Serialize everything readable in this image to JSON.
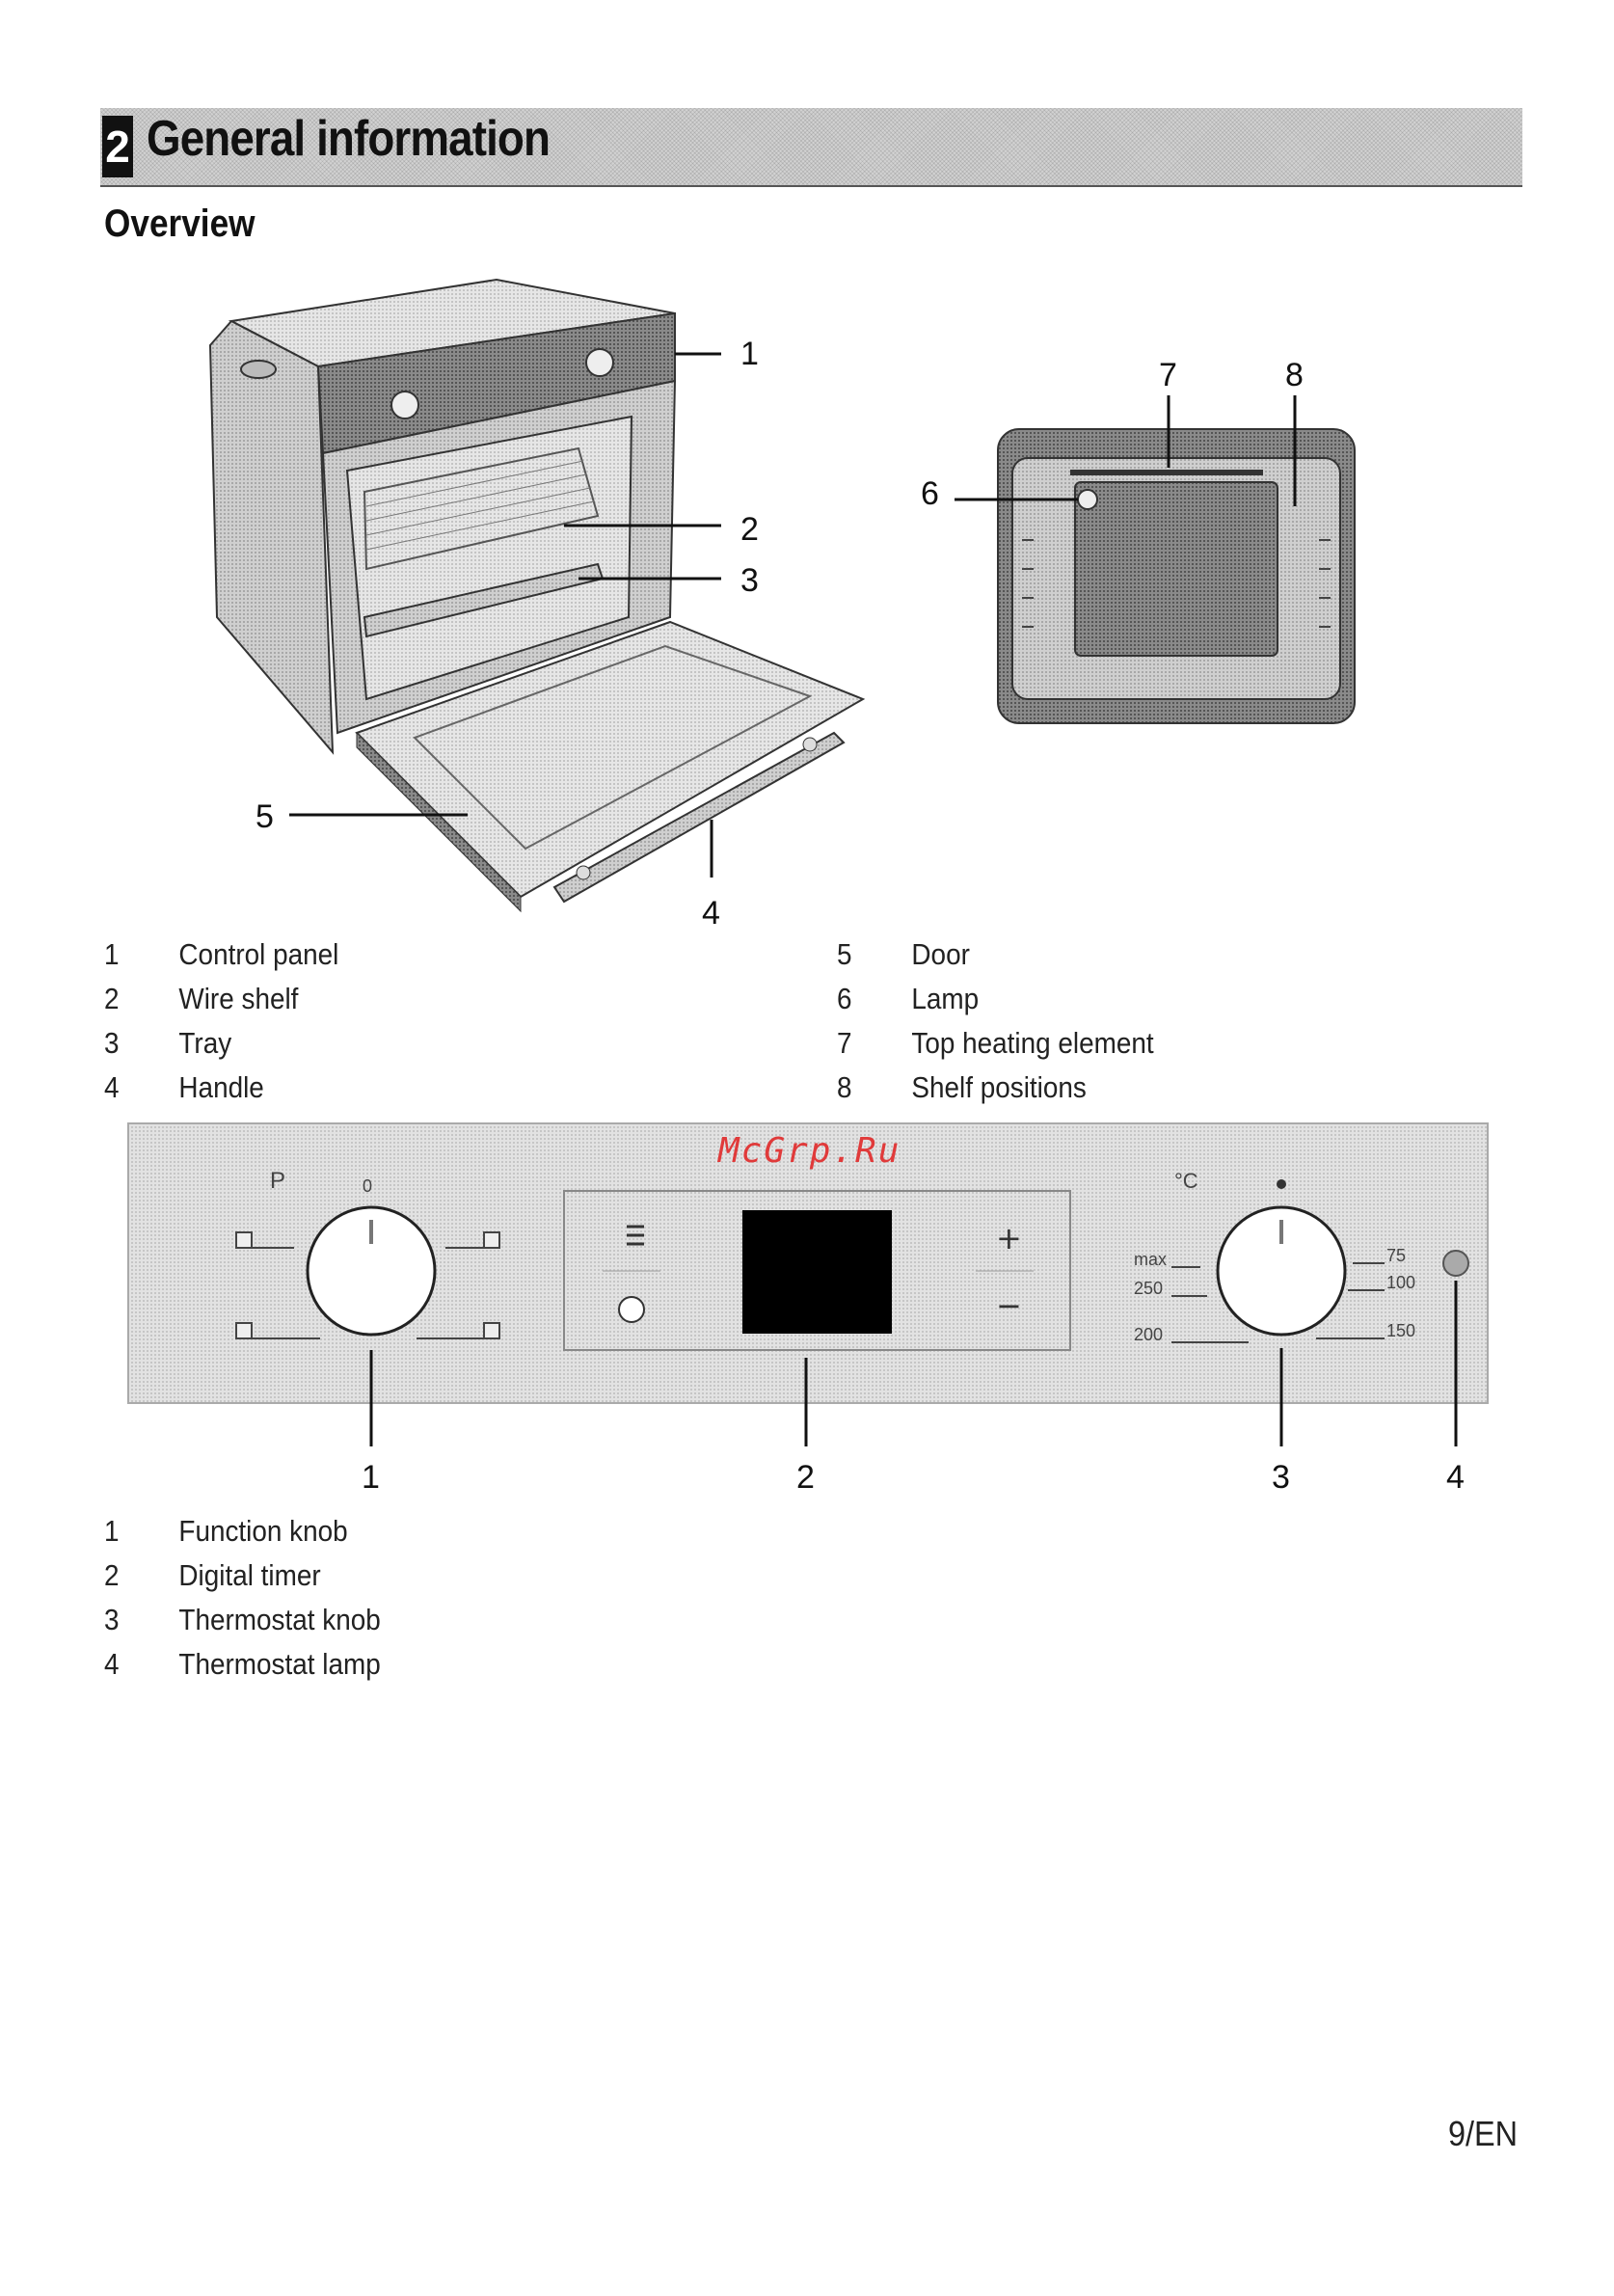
{
  "header": {
    "section_number": "2",
    "title": "General information"
  },
  "overview": {
    "title": "Overview"
  },
  "oven_callouts": {
    "c1": "1",
    "c2": "2",
    "c3": "3",
    "c4": "4",
    "c5": "5",
    "c6": "6",
    "c7": "7",
    "c8": "8"
  },
  "oven_legend": [
    {
      "num": "1",
      "label": "Control panel"
    },
    {
      "num": "2",
      "label": "Wire shelf"
    },
    {
      "num": "3",
      "label": "Tray"
    },
    {
      "num": "4",
      "label": "Handle"
    },
    {
      "num": "5",
      "label": "Door"
    },
    {
      "num": "6",
      "label": "Lamp"
    },
    {
      "num": "7",
      "label": "Top heating element"
    },
    {
      "num": "8",
      "label": "Shelf positions"
    }
  ],
  "panel": {
    "watermark": "McGrp.Ru",
    "function_label": "P",
    "function_zero": "0",
    "thermo_unit": "°C",
    "temps": {
      "max": "max",
      "t250": "250",
      "t200": "200",
      "t75": "75",
      "t100": "100",
      "t150": "150"
    },
    "timer_plus": "+",
    "timer_minus": "−"
  },
  "panel_callouts": {
    "c1": "1",
    "c2": "2",
    "c3": "3",
    "c4": "4"
  },
  "panel_legend": [
    {
      "num": "1",
      "label": "Function knob"
    },
    {
      "num": "2",
      "label": "Digital timer"
    },
    {
      "num": "3",
      "label": "Thermostat knob"
    },
    {
      "num": "4",
      "label": "Thermostat lamp"
    }
  ],
  "footer": {
    "page": "9/EN"
  }
}
